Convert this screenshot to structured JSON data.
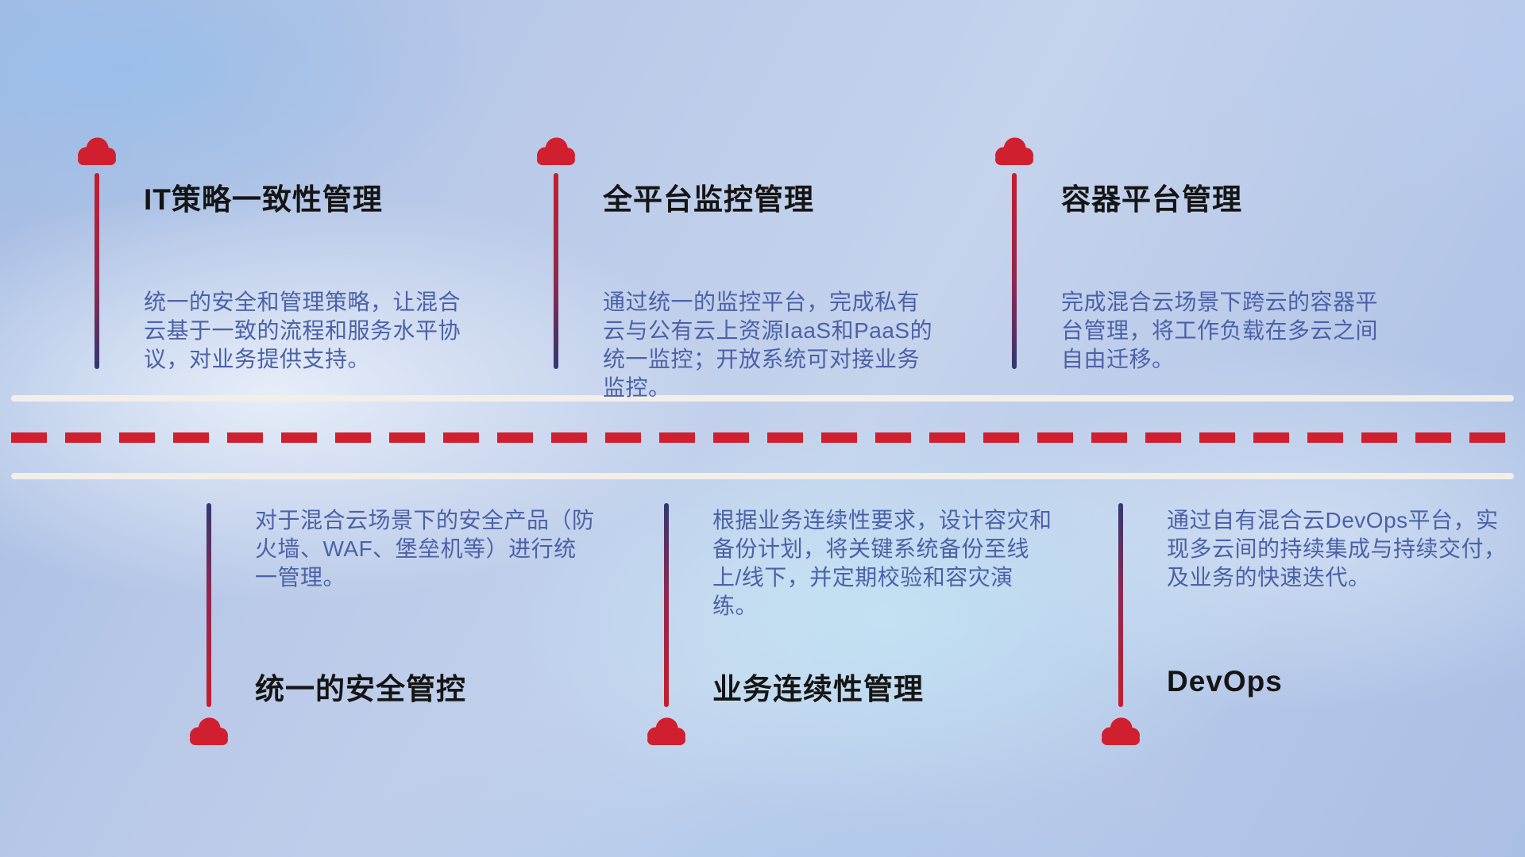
{
  "colors": {
    "cloud_red": "#d01f2e",
    "dashed_line_red": "#d01f2e",
    "stem_navy": "#30386f",
    "stem_red": "#c51e2d",
    "title_text": "#151515",
    "description_text": "#4d61a8",
    "road_line_white": "#f3efe8",
    "background_blue": "#b9c9e8"
  },
  "icons": {
    "cloud": "cloud-icon"
  },
  "top_items": [
    {
      "title": "IT策略一致性管理",
      "description": "统一的安全和管理策略，让混合云基于一致的流程和服务水平协议，对业务提供支持。"
    },
    {
      "title": "全平台监控管理",
      "description": "通过统一的监控平台，完成私有云与公有云上资源IaaS和PaaS的统一监控；开放系统可对接业务监控。"
    },
    {
      "title": "容器平台管理",
      "description": "完成混合云场景下跨云的容器平台管理，将工作负载在多云之间自由迁移。"
    }
  ],
  "bottom_items": [
    {
      "title": "统一的安全管控",
      "description": "对于混合云场景下的安全产品（防火墙、WAF、堡垒机等）进行统一管理。"
    },
    {
      "title": "业务连续性管理",
      "description": "根据业务连续性要求，设计容灾和备份计划，将关键系统备份至线上/线下，并定期校验和容灾演练。"
    },
    {
      "title": "DevOps",
      "description": "通过自有混合云DevOps平台，实现多云间的持续集成与持续交付，及业务的快速迭代。"
    }
  ]
}
